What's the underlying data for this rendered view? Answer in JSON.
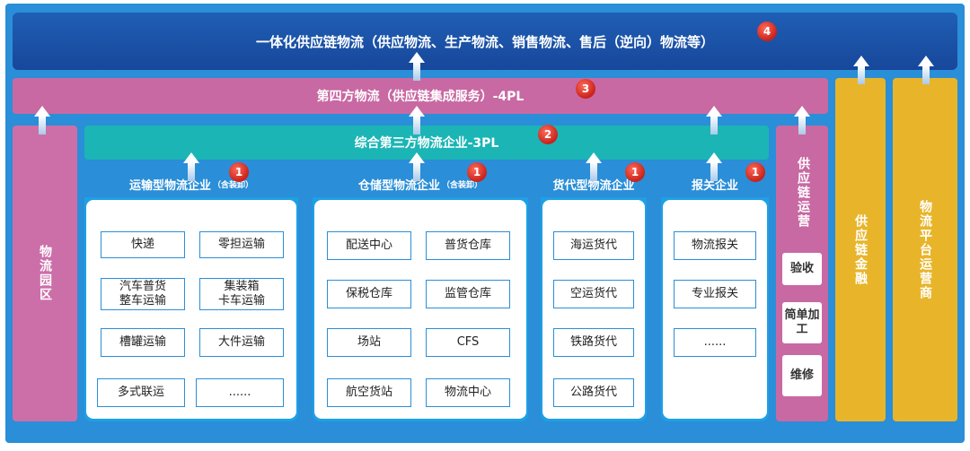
{
  "top_band": "一体化供应链物流（供应物流、生产物流、销售物流、售后（逆向）物流等）",
  "pl4_band": "第四方物流（供应链集成服务）-4PL",
  "pl3_band": "综合第三方物流企业-3PL",
  "left_column": "物流园区",
  "finance_column": "供应链金融",
  "platform_column": "物流平台运营商",
  "scm": {
    "title": "供应链运营",
    "items": [
      "验收",
      "简单加工",
      "维修"
    ]
  },
  "badges": {
    "top": "4",
    "pl4": "3",
    "pl3": "2",
    "panel": "1"
  },
  "panels": [
    {
      "title": "运输型物流企业",
      "note": "（含装卸）",
      "items": [
        "快递",
        "零担运输",
        "汽车普货\n整车运输",
        "集装箱\n卡车运输",
        "槽罐运输",
        "大件运输",
        "多式联运",
        "......"
      ]
    },
    {
      "title": "仓储型物流企业",
      "note": "（含装卸）",
      "items": [
        "配送中心",
        "普货仓库",
        "保税仓库",
        "监管仓库",
        "场站",
        "CFS",
        "航空货站",
        "物流中心"
      ]
    },
    {
      "title": "货代型物流企业",
      "note": "",
      "items": [
        "海运货代",
        "空运货代",
        "铁路货代",
        "公路货代"
      ]
    },
    {
      "title": "报关企业",
      "note": "",
      "items": [
        "物流报关",
        "专业报关",
        "......"
      ]
    }
  ],
  "colors": {
    "frame": "#2a8ed8",
    "top": "#1f5fb5",
    "pl4": "#c869a3",
    "pl3": "#1bb5b5",
    "gold": "#e8b52a",
    "badge": "#d9281e"
  }
}
